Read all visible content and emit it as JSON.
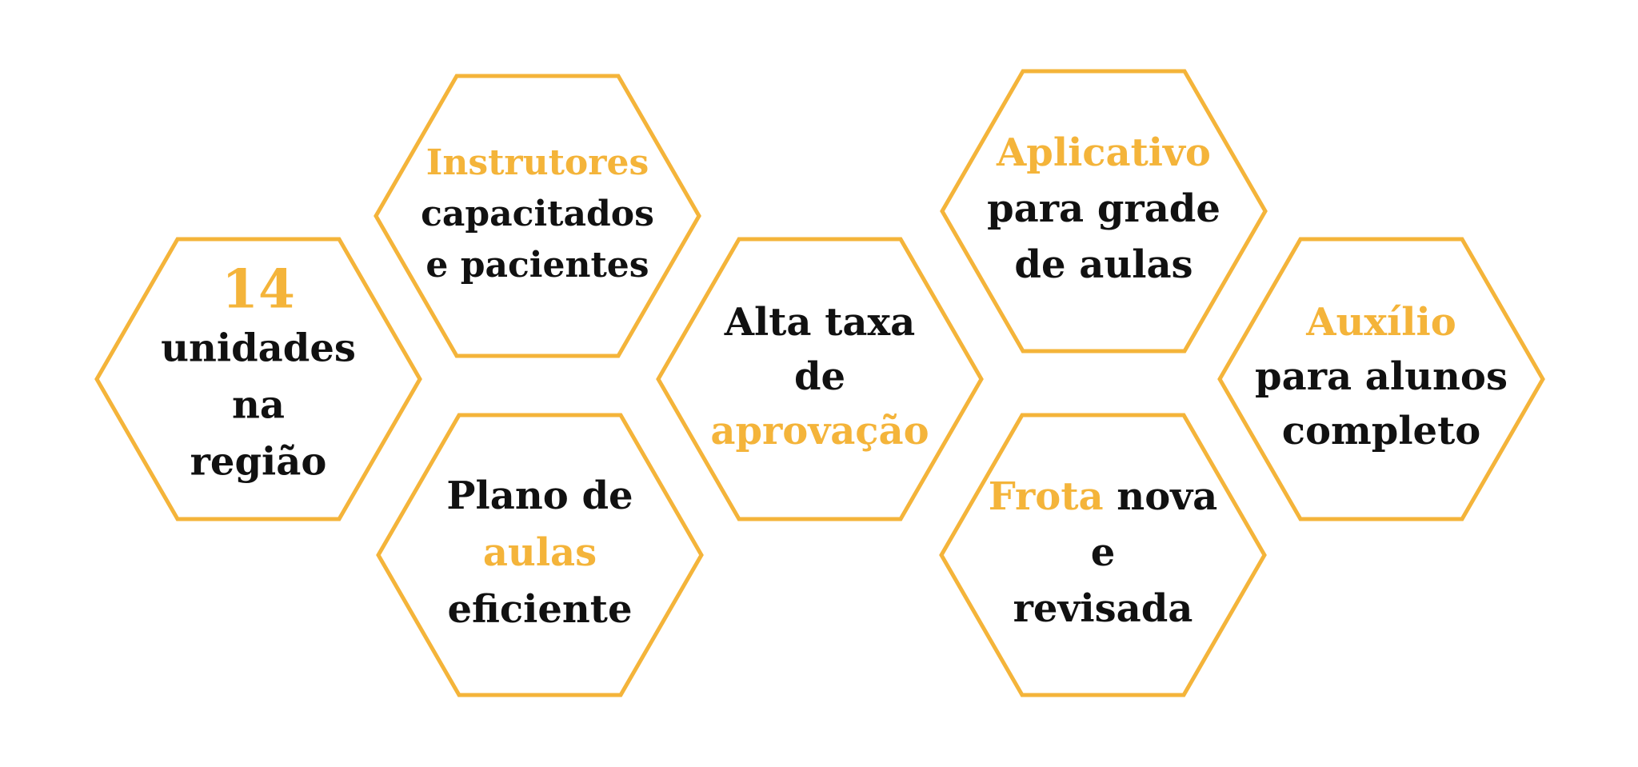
{
  "colors": {
    "accent": "#F4B43A",
    "text": "#111111",
    "background": "#FFFFFF"
  },
  "hexagons": [
    {
      "id": "units",
      "lines": [
        [
          {
            "text": "14",
            "accent": true
          }
        ],
        [
          {
            "text": "unidades",
            "accent": false
          }
        ],
        [
          {
            "text": "na",
            "accent": false
          }
        ],
        [
          {
            "text": "região",
            "accent": false
          }
        ]
      ]
    },
    {
      "id": "instructors",
      "lines": [
        [
          {
            "text": "Instrutores",
            "accent": true
          }
        ],
        [
          {
            "text": "capacitados",
            "accent": false
          }
        ],
        [
          {
            "text": "e pacientes",
            "accent": false
          }
        ]
      ]
    },
    {
      "id": "lesson-plan",
      "lines": [
        [
          {
            "text": "Plano de",
            "accent": false
          }
        ],
        [
          {
            "text": "aulas",
            "accent": true
          }
        ],
        [
          {
            "text": "eficiente",
            "accent": false
          }
        ]
      ]
    },
    {
      "id": "approval-rate",
      "lines": [
        [
          {
            "text": "Alta taxa",
            "accent": false
          }
        ],
        [
          {
            "text": "de",
            "accent": false
          }
        ],
        [
          {
            "text": "aprovação",
            "accent": true
          }
        ]
      ]
    },
    {
      "id": "app",
      "lines": [
        [
          {
            "text": "Aplicativo",
            "accent": true
          }
        ],
        [
          {
            "text": "para grade",
            "accent": false
          }
        ],
        [
          {
            "text": "de aulas",
            "accent": false
          }
        ]
      ]
    },
    {
      "id": "fleet",
      "lines": [
        [
          {
            "text": "Frota",
            "accent": true
          },
          {
            "text": " nova",
            "accent": false
          }
        ],
        [
          {
            "text": "e",
            "accent": false
          }
        ],
        [
          {
            "text": "revisada",
            "accent": false
          }
        ]
      ]
    },
    {
      "id": "student-support",
      "lines": [
        [
          {
            "text": "Auxílio",
            "accent": true
          }
        ],
        [
          {
            "text": "para alunos",
            "accent": false
          }
        ],
        [
          {
            "text": "completo",
            "accent": false
          }
        ]
      ]
    }
  ]
}
